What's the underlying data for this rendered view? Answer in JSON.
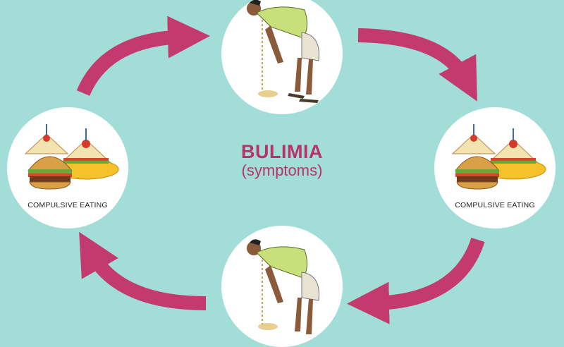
{
  "title": "BULIMIA",
  "subtitle": "(symptoms)",
  "nodes": [
    {
      "caption": "",
      "icon": "vomiting-man-icon"
    },
    {
      "caption": "COMPULSIVE EATING",
      "icon": "burger-sandwich-icon"
    },
    {
      "caption": "",
      "icon": "vomiting-man-icon"
    },
    {
      "caption": "COMPULSIVE EATING",
      "icon": "burger-sandwich-icon"
    }
  ],
  "colors": {
    "background": "#a3ddd7",
    "arrow": "#c23a6e",
    "title": "#b8336a"
  }
}
